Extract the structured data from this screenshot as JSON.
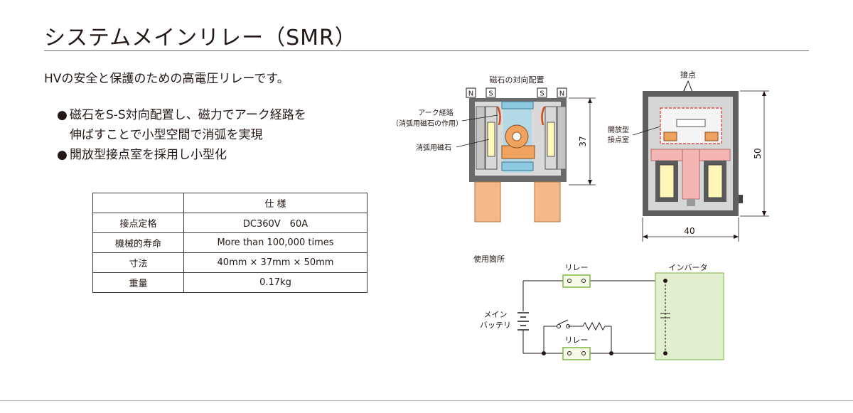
{
  "page": {
    "title": "システムメインリレー（SMR）",
    "intro": "HVの安全と保護のための高電圧リレーです。"
  },
  "bullets": [
    {
      "line1": "磁石をS-S対向配置し、磁力でアーク経路を",
      "line2": "伸ばすことで小型空間で消弧を実現"
    },
    {
      "line1": "開放型接点室を採用し小型化",
      "line2": ""
    }
  ],
  "spec_table": {
    "header": "仕 様",
    "rows": [
      {
        "label": "接点定格",
        "value": "DC360V　60A"
      },
      {
        "label": "機械的寿命",
        "value": "More than 100,000 times"
      },
      {
        "label": "寸法",
        "value": "40mm × 37mm × 50mm"
      },
      {
        "label": "重量",
        "value": "0.17kg"
      }
    ]
  },
  "diagram_left": {
    "caption": "磁石の対向配置",
    "pole_labels": [
      "N",
      "S",
      "S",
      "N"
    ],
    "arc_path_label_1": "アーク経路",
    "arc_path_label_2": "（消弧用磁石の作用）",
    "magnet_label": "消弧用磁石",
    "dimension": "37"
  },
  "diagram_right": {
    "contact_label": "接点",
    "chamber_label_1": "開放型",
    "chamber_label_2": "接点室",
    "height_dim": "50",
    "width_dim": "40"
  },
  "circuit": {
    "caption": "使用箇所",
    "relay_top": "リレー",
    "relay_bottom": "リレー",
    "battery_1": "メイン",
    "battery_2": "バッテリ",
    "inverter": "インバータ"
  },
  "colors": {
    "orange": "#f0a35e",
    "relay_green": "#7fb73f",
    "inverter_fill": "#e2efcf",
    "inverter_border": "#8fbf5a",
    "casing": "#5a5a5a",
    "magnet_yellow": "#fff6b8",
    "pink": "#f4b5b5",
    "blue": "#9fd3e6"
  }
}
